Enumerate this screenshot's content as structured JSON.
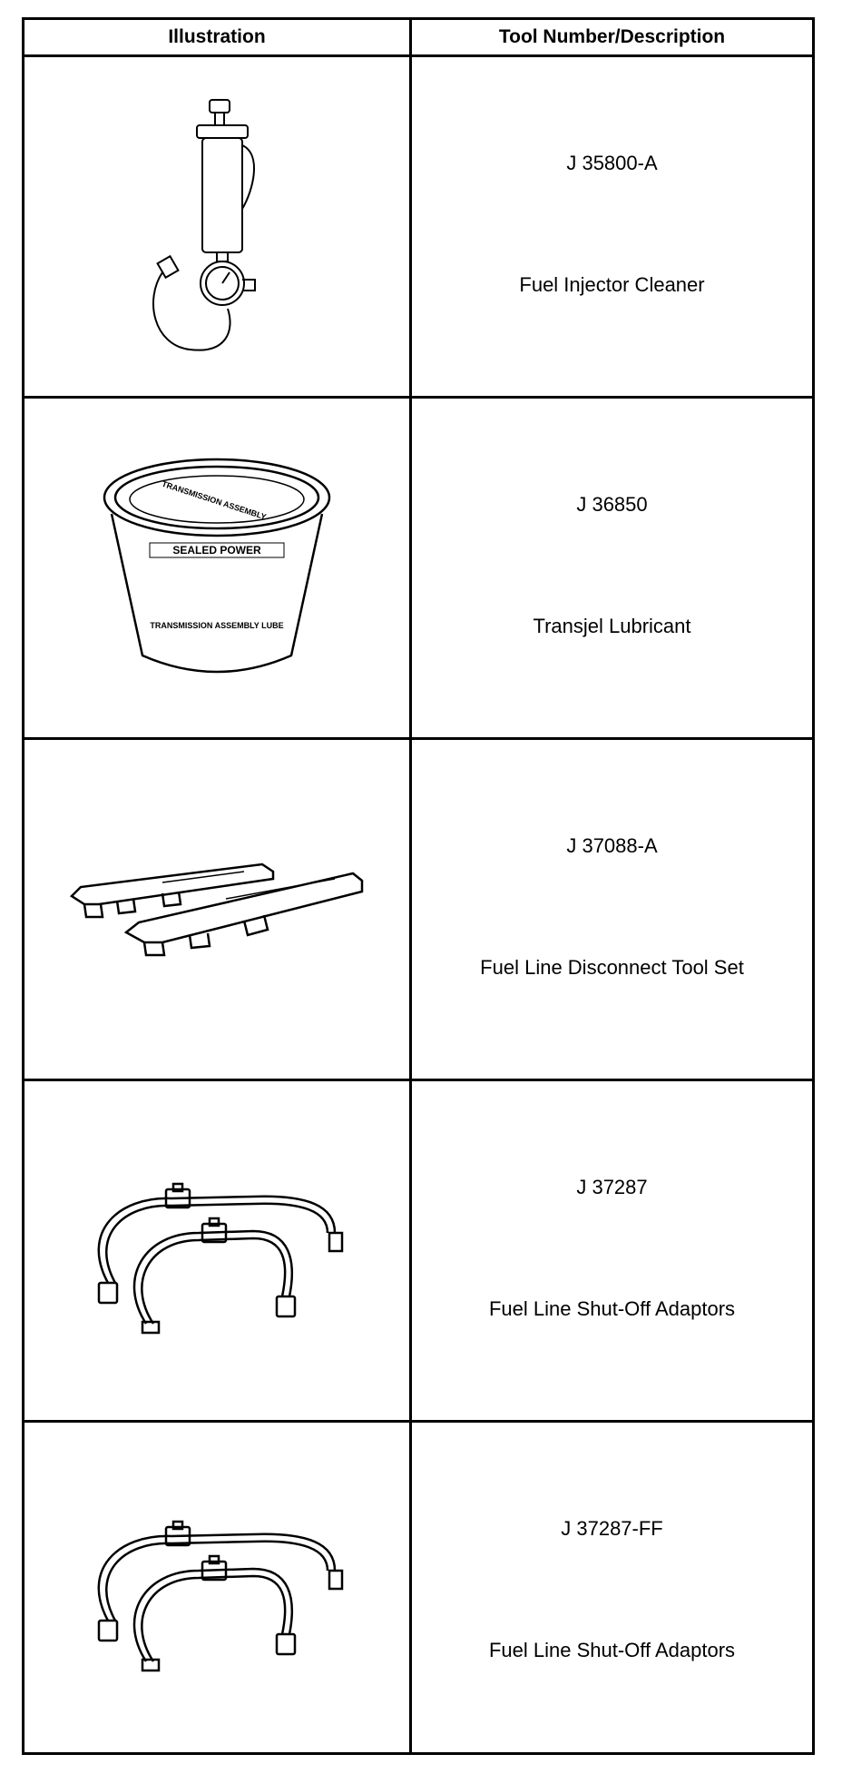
{
  "table": {
    "headers": {
      "illustration": "Illustration",
      "tool": "Tool Number/Description"
    },
    "rows": [
      {
        "number": "J 35800-A",
        "description": "Fuel Injector Cleaner",
        "icon": "fuel-injector-cleaner-icon"
      },
      {
        "number": "J 36850",
        "description": "Transjel Lubricant",
        "icon": "lubricant-tub-icon",
        "label_text": [
          "TRANSMISSION ASSEMBLY",
          "SEALED POWER",
          "TRANSMISSION ASSEMBLY LUBE"
        ]
      },
      {
        "number": "J 37088-A",
        "description": "Fuel Line Disconnect Tool Set",
        "icon": "disconnect-tool-set-icon"
      },
      {
        "number": "J 37287",
        "description": "Fuel Line Shut-Off Adaptors",
        "icon": "shut-off-adaptors-icon"
      },
      {
        "number": "J 37287-FF",
        "description": "Fuel Line Shut-Off Adaptors",
        "icon": "shut-off-adaptors-icon"
      }
    ]
  }
}
